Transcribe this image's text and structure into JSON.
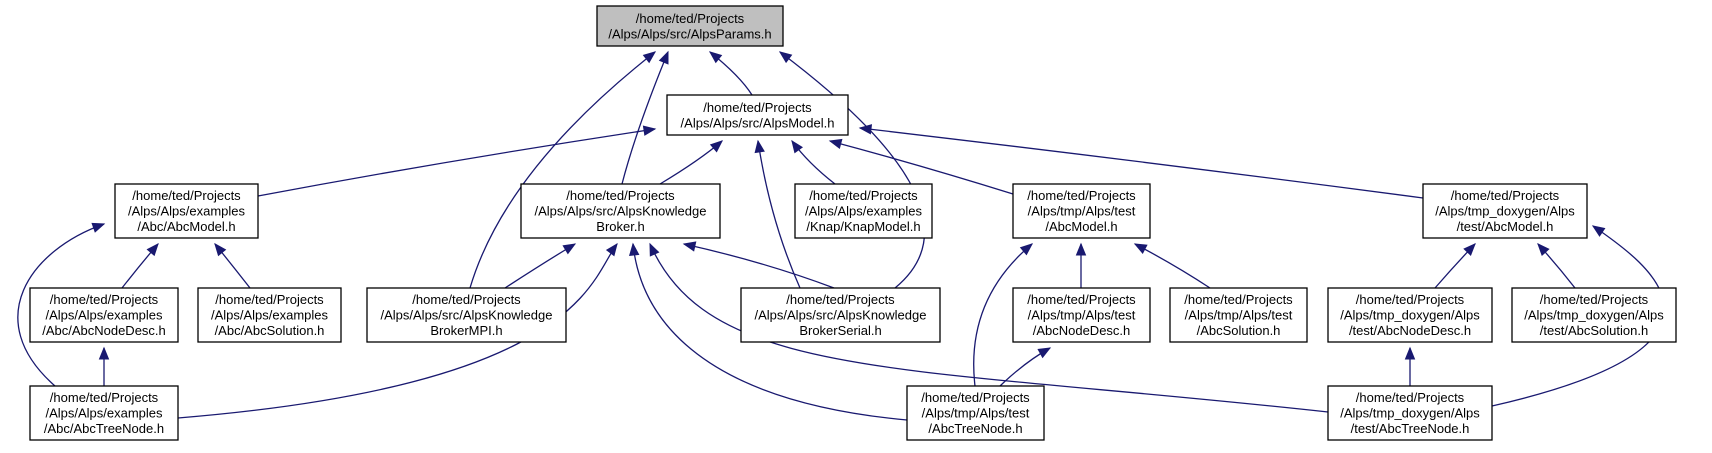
{
  "diagram": {
    "nodes": [
      {
        "id": "alpsparams",
        "name": "node-alpsparams-h",
        "lines": [
          "/home/ted/Projects",
          "/Alps/Alps/src/AlpsParams.h"
        ],
        "highlight": true
      },
      {
        "id": "alpsmodel",
        "name": "node-alpsmodel-h",
        "lines": [
          "/home/ted/Projects",
          "/Alps/Alps/src/AlpsModel.h"
        ]
      },
      {
        "id": "ex_abcmodel",
        "name": "node-examples-abcmodel-h",
        "lines": [
          "/home/ted/Projects",
          "/Alps/Alps/examples",
          "/Abc/AbcModel.h"
        ]
      },
      {
        "id": "knowledgebroker",
        "name": "node-alpsknowledgebroker-h",
        "lines": [
          "/home/ted/Projects",
          "/Alps/Alps/src/AlpsKnowledge",
          "Broker.h"
        ]
      },
      {
        "id": "knapmodel",
        "name": "node-knapmodel-h",
        "lines": [
          "/home/ted/Projects",
          "/Alps/Alps/examples",
          "/Knap/KnapModel.h"
        ]
      },
      {
        "id": "tmp_abcmodel",
        "name": "node-tmp-abcmodel-h",
        "lines": [
          "/home/ted/Projects",
          "/Alps/tmp/Alps/test",
          "/AbcModel.h"
        ]
      },
      {
        "id": "dox_abcmodel",
        "name": "node-doxygen-abcmodel-h",
        "lines": [
          "/home/ted/Projects",
          "/Alps/tmp_doxygen/Alps",
          "/test/AbcModel.h"
        ]
      },
      {
        "id": "ex_abcnodedesc",
        "name": "node-examples-abcnodedesc-h",
        "lines": [
          "/home/ted/Projects",
          "/Alps/Alps/examples",
          "/Abc/AbcNodeDesc.h"
        ]
      },
      {
        "id": "ex_abcsolution",
        "name": "node-examples-abcsolution-h",
        "lines": [
          "/home/ted/Projects",
          "/Alps/Alps/examples",
          "/Abc/AbcSolution.h"
        ]
      },
      {
        "id": "brokermpi",
        "name": "node-alpsknowledgebrokermpi-h",
        "lines": [
          "/home/ted/Projects",
          "/Alps/Alps/src/AlpsKnowledge",
          "BrokerMPI.h"
        ]
      },
      {
        "id": "brokerserial",
        "name": "node-alpsknowledgebrokerserial-h",
        "lines": [
          "/home/ted/Projects",
          "/Alps/Alps/src/AlpsKnowledge",
          "BrokerSerial.h"
        ]
      },
      {
        "id": "tmp_abcnodedesc",
        "name": "node-tmp-abcnodedesc-h",
        "lines": [
          "/home/ted/Projects",
          "/Alps/tmp/Alps/test",
          "/AbcNodeDesc.h"
        ]
      },
      {
        "id": "tmp_abcsolution",
        "name": "node-tmp-abcsolution-h",
        "lines": [
          "/home/ted/Projects",
          "/Alps/tmp/Alps/test",
          "/AbcSolution.h"
        ]
      },
      {
        "id": "dox_abcnodedesc",
        "name": "node-doxygen-abcnodedesc-h",
        "lines": [
          "/home/ted/Projects",
          "/Alps/tmp_doxygen/Alps",
          "/test/AbcNodeDesc.h"
        ]
      },
      {
        "id": "dox_abcsolution",
        "name": "node-doxygen-abcsolution-h",
        "lines": [
          "/home/ted/Projects",
          "/Alps/tmp_doxygen/Alps",
          "/test/AbcSolution.h"
        ]
      },
      {
        "id": "ex_abctreenode",
        "name": "node-examples-abctreenode-h",
        "lines": [
          "/home/ted/Projects",
          "/Alps/Alps/examples",
          "/Abc/AbcTreeNode.h"
        ]
      },
      {
        "id": "tmp_abctreenode",
        "name": "node-tmp-abctreenode-h",
        "lines": [
          "/home/ted/Projects",
          "/Alps/tmp/Alps/test",
          "/AbcTreeNode.h"
        ]
      },
      {
        "id": "dox_abctreenode",
        "name": "node-doxygen-abctreenode-h",
        "lines": [
          "/home/ted/Projects",
          "/Alps/tmp_doxygen/Alps",
          "/test/AbcTreeNode.h"
        ]
      }
    ],
    "edges": [
      {
        "from": "alpsmodel",
        "to": "alpsparams"
      },
      {
        "from": "knowledgebroker",
        "to": "alpsparams"
      },
      {
        "from": "brokermpi",
        "to": "alpsparams"
      },
      {
        "from": "brokerserial",
        "to": "alpsparams"
      },
      {
        "from": "ex_abcmodel",
        "to": "alpsmodel"
      },
      {
        "from": "knowledgebroker",
        "to": "alpsmodel"
      },
      {
        "from": "knapmodel",
        "to": "alpsmodel"
      },
      {
        "from": "tmp_abcmodel",
        "to": "alpsmodel"
      },
      {
        "from": "dox_abcmodel",
        "to": "alpsmodel"
      },
      {
        "from": "brokerserial",
        "to": "alpsmodel"
      },
      {
        "from": "ex_abcnodedesc",
        "to": "ex_abcmodel"
      },
      {
        "from": "ex_abcsolution",
        "to": "ex_abcmodel"
      },
      {
        "from": "ex_abctreenode",
        "to": "ex_abcmodel"
      },
      {
        "from": "brokermpi",
        "to": "knowledgebroker"
      },
      {
        "from": "brokerserial",
        "to": "knowledgebroker"
      },
      {
        "from": "ex_abctreenode",
        "to": "knowledgebroker"
      },
      {
        "from": "tmp_abctreenode",
        "to": "knowledgebroker"
      },
      {
        "from": "dox_abctreenode",
        "to": "knowledgebroker"
      },
      {
        "from": "tmp_abcnodedesc",
        "to": "tmp_abcmodel"
      },
      {
        "from": "tmp_abcsolution",
        "to": "tmp_abcmodel"
      },
      {
        "from": "tmp_abctreenode",
        "to": "tmp_abcmodel"
      },
      {
        "from": "dox_abcnodedesc",
        "to": "dox_abcmodel"
      },
      {
        "from": "dox_abcsolution",
        "to": "dox_abcmodel"
      },
      {
        "from": "dox_abctreenode",
        "to": "dox_abcmodel"
      },
      {
        "from": "ex_abctreenode",
        "to": "ex_abcnodedesc"
      },
      {
        "from": "tmp_abctreenode",
        "to": "tmp_abcnodedesc"
      },
      {
        "from": "dox_abctreenode",
        "to": "dox_abcnodedesc"
      }
    ]
  },
  "colors": {
    "edge": "#191970",
    "highlight_fill": "#bfbfbf",
    "node_fill": "#ffffff",
    "node_border": "#000000"
  }
}
